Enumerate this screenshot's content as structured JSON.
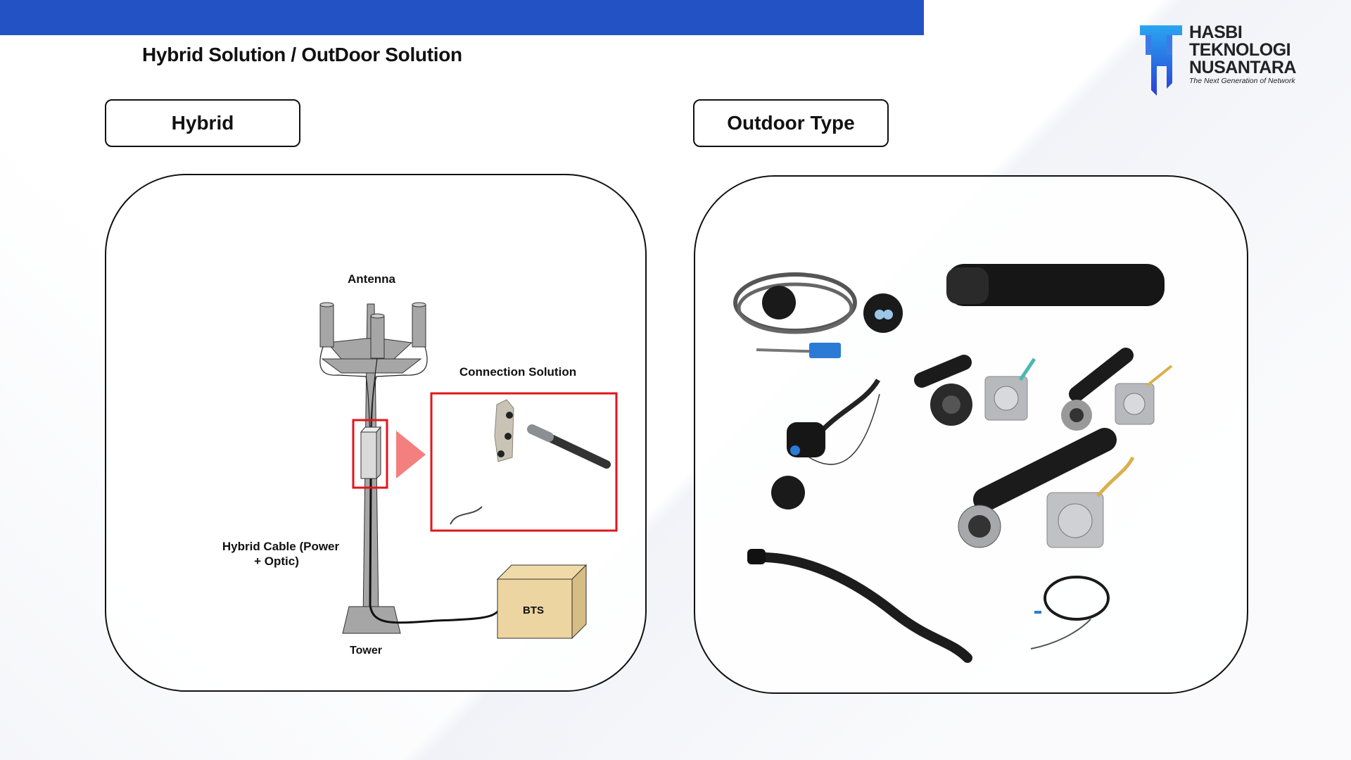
{
  "header": {
    "title": "Hybrid Solution / OutDoor Solution",
    "brand_color": "#2352c4"
  },
  "logo": {
    "line1": "HASBI",
    "line2": "TEKNOLOGI",
    "line3": "NUSANTARA",
    "tagline": "The Next Generation of Network"
  },
  "sections": {
    "hybrid": {
      "label": "Hybrid",
      "diagram": {
        "antenna_label": "Antenna",
        "connection_label": "Connection Solution",
        "cable_label_1": "Hybrid Cable  (Power",
        "cable_label_2": "+ Optic)",
        "bts_label": "BTS",
        "tower_label": "Tower",
        "highlight_color": "#e0161b",
        "arrow_color": "#f47f7f"
      }
    },
    "outdoor": {
      "label": "Outdoor Type"
    }
  }
}
